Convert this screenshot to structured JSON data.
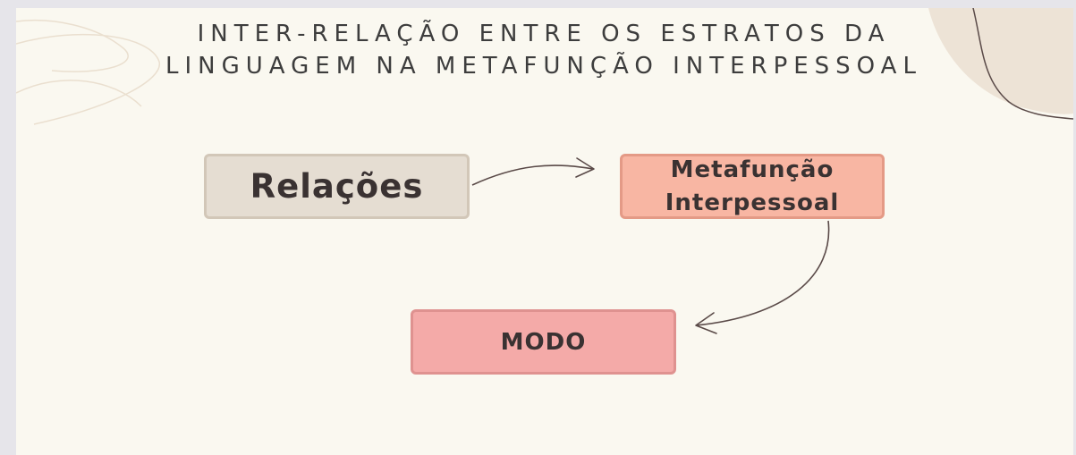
{
  "title": {
    "line1": "INTER-RELAÇÃO ENTRE OS ESTRATOS DA",
    "line2": "LINGUAGEM NA METAFUNÇÃO INTERPESSOAL"
  },
  "nodes": {
    "relacoes": "Relações",
    "metafuncao_line1": "Metafunção",
    "metafuncao_line2": "Interpessoal",
    "modo": "MODO"
  },
  "colors": {
    "background": "#faf8f0",
    "relacoes_fill": "#e5ddd2",
    "metafuncao_fill": "#f8b6a3",
    "modo_fill": "#f4aaa8",
    "arrow": "#5a4a48"
  }
}
